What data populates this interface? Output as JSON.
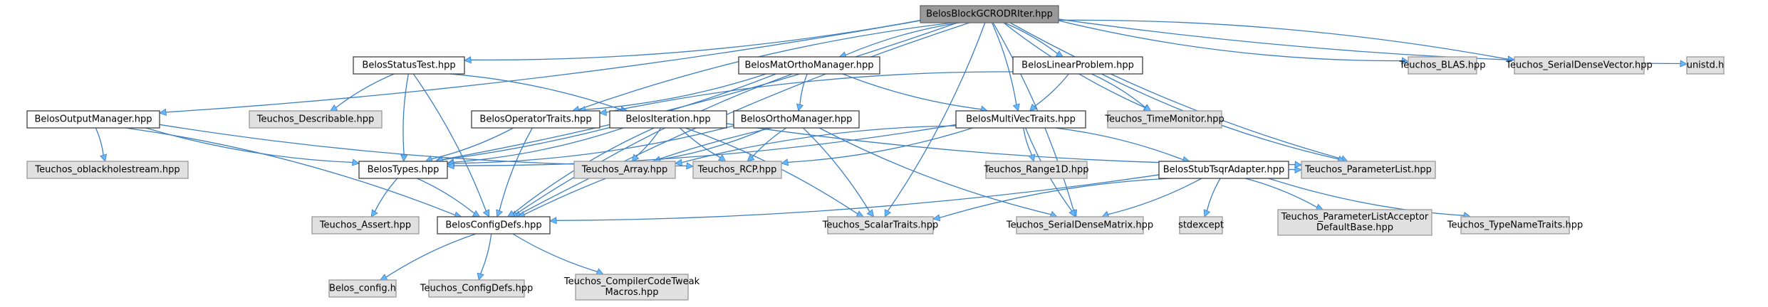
{
  "diagram": {
    "type": "include-dependency-graph",
    "root": "BelosBlockGCRODRIter.hpp",
    "colors": {
      "edge": "#3d7fc1",
      "arrow_fill": "#63b8ff",
      "root_fill": "#999999",
      "internal_fill": "#fbfcfb",
      "external_fill": "#e0e0e0"
    },
    "nodes": [
      {
        "id": "root",
        "label": [
          "BelosBlockGCRODRIter.hpp"
        ],
        "kind": "root"
      },
      {
        "id": "statustest",
        "label": [
          "BelosStatusTest.hpp"
        ],
        "kind": "internal"
      },
      {
        "id": "matortho",
        "label": [
          "BelosMatOrthoManager.hpp"
        ],
        "kind": "internal"
      },
      {
        "id": "linprob",
        "label": [
          "BelosLinearProblem.hpp"
        ],
        "kind": "internal"
      },
      {
        "id": "blas",
        "label": [
          "Teuchos_BLAS.hpp"
        ],
        "kind": "external"
      },
      {
        "id": "sdvec",
        "label": [
          "Teuchos_SerialDenseVector.hpp"
        ],
        "kind": "external"
      },
      {
        "id": "unistd",
        "label": [
          "unistd.h"
        ],
        "kind": "external"
      },
      {
        "id": "outmgr",
        "label": [
          "BelosOutputManager.hpp"
        ],
        "kind": "internal"
      },
      {
        "id": "describable",
        "label": [
          "Teuchos_Describable.hpp"
        ],
        "kind": "external"
      },
      {
        "id": "optraits",
        "label": [
          "BelosOperatorTraits.hpp"
        ],
        "kind": "internal"
      },
      {
        "id": "iteration",
        "label": [
          "BelosIteration.hpp"
        ],
        "kind": "internal"
      },
      {
        "id": "orthomgr",
        "label": [
          "BelosOrthoManager.hpp"
        ],
        "kind": "internal"
      },
      {
        "id": "mvtraits",
        "label": [
          "BelosMultiVecTraits.hpp"
        ],
        "kind": "internal"
      },
      {
        "id": "timemon",
        "label": [
          "Teuchos_TimeMonitor.hpp"
        ],
        "kind": "external"
      },
      {
        "id": "oblack",
        "label": [
          "Teuchos_oblackholestream.hpp"
        ],
        "kind": "external"
      },
      {
        "id": "types",
        "label": [
          "BelosTypes.hpp"
        ],
        "kind": "internal"
      },
      {
        "id": "array",
        "label": [
          "Teuchos_Array.hpp"
        ],
        "kind": "external"
      },
      {
        "id": "rcp",
        "label": [
          "Teuchos_RCP.hpp"
        ],
        "kind": "external"
      },
      {
        "id": "range1d",
        "label": [
          "Teuchos_Range1D.hpp"
        ],
        "kind": "external"
      },
      {
        "id": "tsqr",
        "label": [
          "BelosStubTsqrAdapter.hpp"
        ],
        "kind": "internal"
      },
      {
        "id": "paramlist",
        "label": [
          "Teuchos_ParameterList.hpp"
        ],
        "kind": "external"
      },
      {
        "id": "assert",
        "label": [
          "Teuchos_Assert.hpp"
        ],
        "kind": "external"
      },
      {
        "id": "configdefs",
        "label": [
          "BelosConfigDefs.hpp"
        ],
        "kind": "internal"
      },
      {
        "id": "scalartraits",
        "label": [
          "Teuchos_ScalarTraits.hpp"
        ],
        "kind": "external"
      },
      {
        "id": "sdmat",
        "label": [
          "Teuchos_SerialDenseMatrix.hpp"
        ],
        "kind": "external"
      },
      {
        "id": "stdexcept",
        "label": [
          "stdexcept"
        ],
        "kind": "external"
      },
      {
        "id": "plad",
        "label": [
          "Teuchos_ParameterListAcceptor",
          "DefaultBase.hpp"
        ],
        "kind": "external"
      },
      {
        "id": "typename",
        "label": [
          "Teuchos_TypeNameTraits.hpp"
        ],
        "kind": "external"
      },
      {
        "id": "belosconfig",
        "label": [
          "Belos_config.h"
        ],
        "kind": "external"
      },
      {
        "id": "tconfigdefs",
        "label": [
          "Teuchos_ConfigDefs.hpp"
        ],
        "kind": "external"
      },
      {
        "id": "tweak",
        "label": [
          "Teuchos_CompilerCodeTweak",
          "Macros.hpp"
        ],
        "kind": "external"
      }
    ],
    "edges": [
      [
        "root",
        "statustest"
      ],
      [
        "root",
        "matortho"
      ],
      [
        "root",
        "linprob"
      ],
      [
        "root",
        "blas"
      ],
      [
        "root",
        "sdvec"
      ],
      [
        "root",
        "unistd"
      ],
      [
        "root",
        "outmgr"
      ],
      [
        "root",
        "optraits"
      ],
      [
        "root",
        "mvtraits"
      ],
      [
        "root",
        "timemon"
      ],
      [
        "root",
        "types"
      ],
      [
        "root",
        "configdefs"
      ],
      [
        "root",
        "scalartraits"
      ],
      [
        "root",
        "paramlist"
      ],
      [
        "root",
        "sdmat"
      ],
      [
        "statustest",
        "describable"
      ],
      [
        "statustest",
        "iteration"
      ],
      [
        "statustest",
        "types"
      ],
      [
        "statustest",
        "configdefs"
      ],
      [
        "matortho",
        "orthomgr"
      ],
      [
        "matortho",
        "optraits"
      ],
      [
        "matortho",
        "mvtraits"
      ],
      [
        "matortho",
        "types"
      ],
      [
        "matortho",
        "configdefs"
      ],
      [
        "linprob",
        "mvtraits"
      ],
      [
        "linprob",
        "optraits"
      ],
      [
        "linprob",
        "timemon"
      ],
      [
        "linprob",
        "paramlist"
      ],
      [
        "outmgr",
        "oblack"
      ],
      [
        "outmgr",
        "types"
      ],
      [
        "outmgr",
        "configdefs"
      ],
      [
        "outmgr",
        "rcp"
      ],
      [
        "optraits",
        "types"
      ],
      [
        "optraits",
        "configdefs"
      ],
      [
        "iteration",
        "types"
      ],
      [
        "iteration",
        "configdefs"
      ],
      [
        "iteration",
        "array"
      ],
      [
        "iteration",
        "rcp"
      ],
      [
        "iteration",
        "scalartraits"
      ],
      [
        "iteration",
        "paramlist"
      ],
      [
        "orthomgr",
        "types"
      ],
      [
        "orthomgr",
        "configdefs"
      ],
      [
        "orthomgr",
        "array"
      ],
      [
        "orthomgr",
        "rcp"
      ],
      [
        "orthomgr",
        "scalartraits"
      ],
      [
        "orthomgr",
        "sdmat"
      ],
      [
        "mvtraits",
        "types"
      ],
      [
        "mvtraits",
        "array"
      ],
      [
        "mvtraits",
        "rcp"
      ],
      [
        "mvtraits",
        "range1d"
      ],
      [
        "mvtraits",
        "tsqr"
      ],
      [
        "mvtraits",
        "sdmat"
      ],
      [
        "tsqr",
        "configdefs"
      ],
      [
        "tsqr",
        "scalartraits"
      ],
      [
        "tsqr",
        "sdmat"
      ],
      [
        "tsqr",
        "stdexcept"
      ],
      [
        "tsqr",
        "plad"
      ],
      [
        "tsqr",
        "typename"
      ],
      [
        "tsqr",
        "paramlist"
      ],
      [
        "types",
        "assert"
      ],
      [
        "types",
        "configdefs"
      ],
      [
        "configdefs",
        "belosconfig"
      ],
      [
        "configdefs",
        "tconfigdefs"
      ],
      [
        "configdefs",
        "tweak"
      ]
    ]
  }
}
